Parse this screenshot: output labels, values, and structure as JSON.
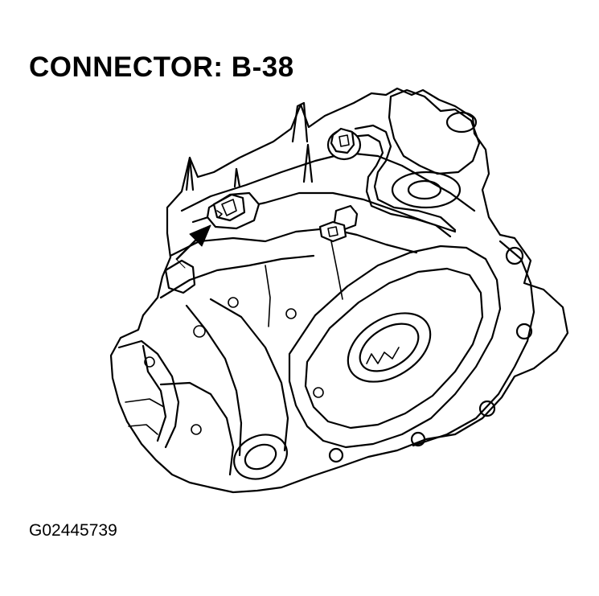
{
  "title": "CONNECTOR: B-38",
  "figure_id": "G02445739",
  "colors": {
    "ink": "#000000",
    "background": "#ffffff"
  },
  "illustration": {
    "subject": "transaxle-assembly",
    "highlighted_part": "connector-b-38",
    "pointer": "arrow-icon"
  }
}
